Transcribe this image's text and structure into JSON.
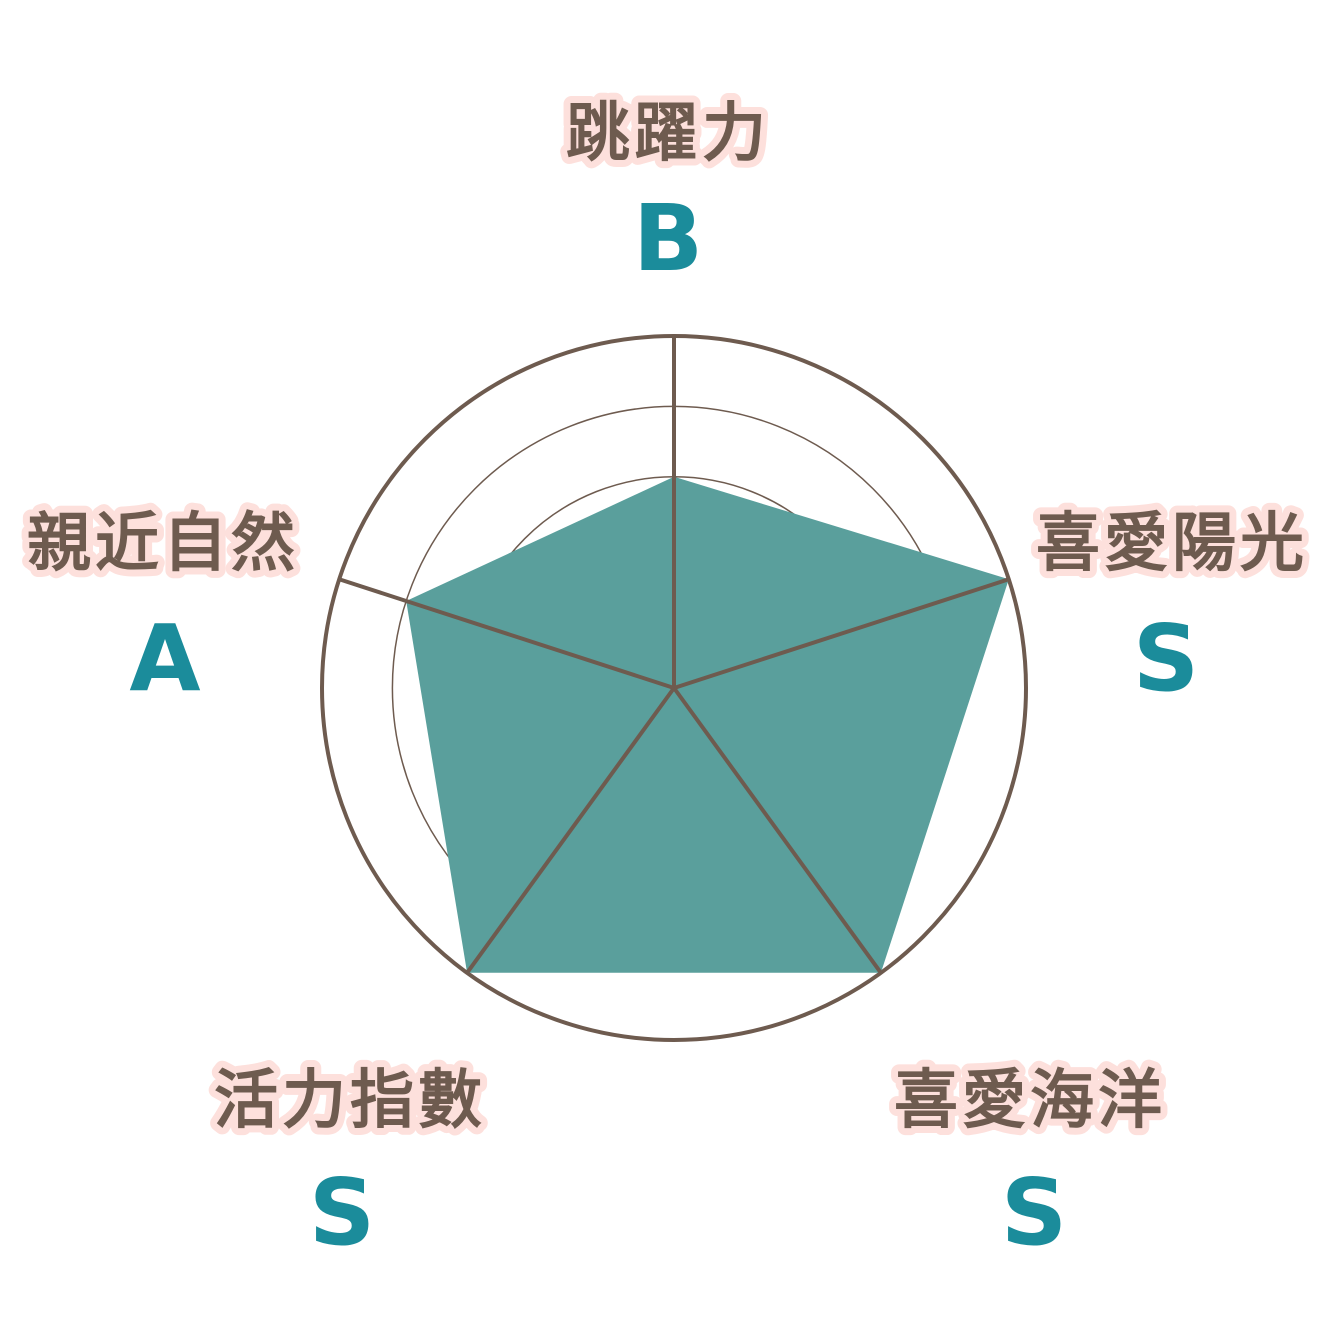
{
  "chart_data": {
    "type": "radar",
    "title": "",
    "scale": {
      "min": 0,
      "max": 5,
      "rings": 5
    },
    "grade_scale": {
      "S": 5,
      "A": 4,
      "B": 3
    },
    "axes": [
      {
        "label": "跳躍力",
        "grade": "B",
        "value": 3
      },
      {
        "label": "喜愛陽光",
        "grade": "S",
        "value": 5
      },
      {
        "label": "喜愛海洋",
        "grade": "S",
        "value": 5
      },
      {
        "label": "活力指數",
        "grade": "S",
        "value": 5
      },
      {
        "label": "親近自然",
        "grade": "A",
        "value": 4
      }
    ],
    "colors": {
      "fill": "#5a9f9c",
      "line": "#6e5b4f",
      "grade": "#1b8c9b",
      "label_halo": "#fde0dc"
    }
  }
}
